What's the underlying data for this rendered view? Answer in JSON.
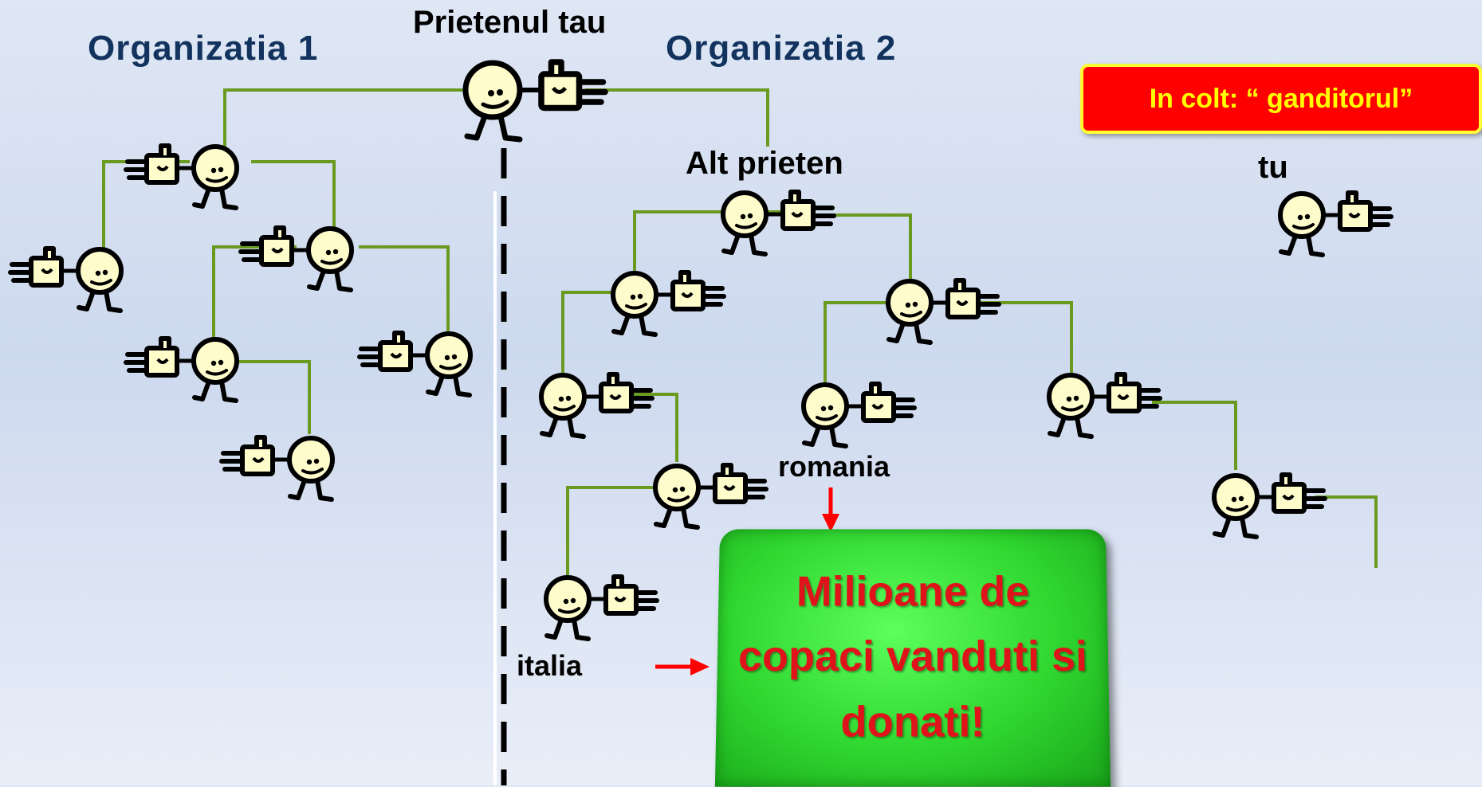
{
  "labels": {
    "org1": "Organizatia 1",
    "org2": "Organizatia  2",
    "friend": "Prietenul tau",
    "other_friend": "Alt prieten",
    "you": "tu",
    "romania": "romania",
    "italia": "italia"
  },
  "corner_note": "In colt: “ ganditorul”",
  "green_box": {
    "line1": "Milioane de",
    "line2": "copaci vanduti si",
    "line3": "donati!"
  },
  "colors": {
    "connector": "#6a9a1f",
    "figure_fill": "#fffccc",
    "arrow": "#ff0000",
    "org_title": "#13335f",
    "note_bg": "#ff0000",
    "note_text": "#ffff00",
    "box_text": "#e0121a"
  },
  "icons": [
    "stick-figure-icon",
    "pointing-hand-icon",
    "arrow-down-icon",
    "arrow-right-icon"
  ]
}
